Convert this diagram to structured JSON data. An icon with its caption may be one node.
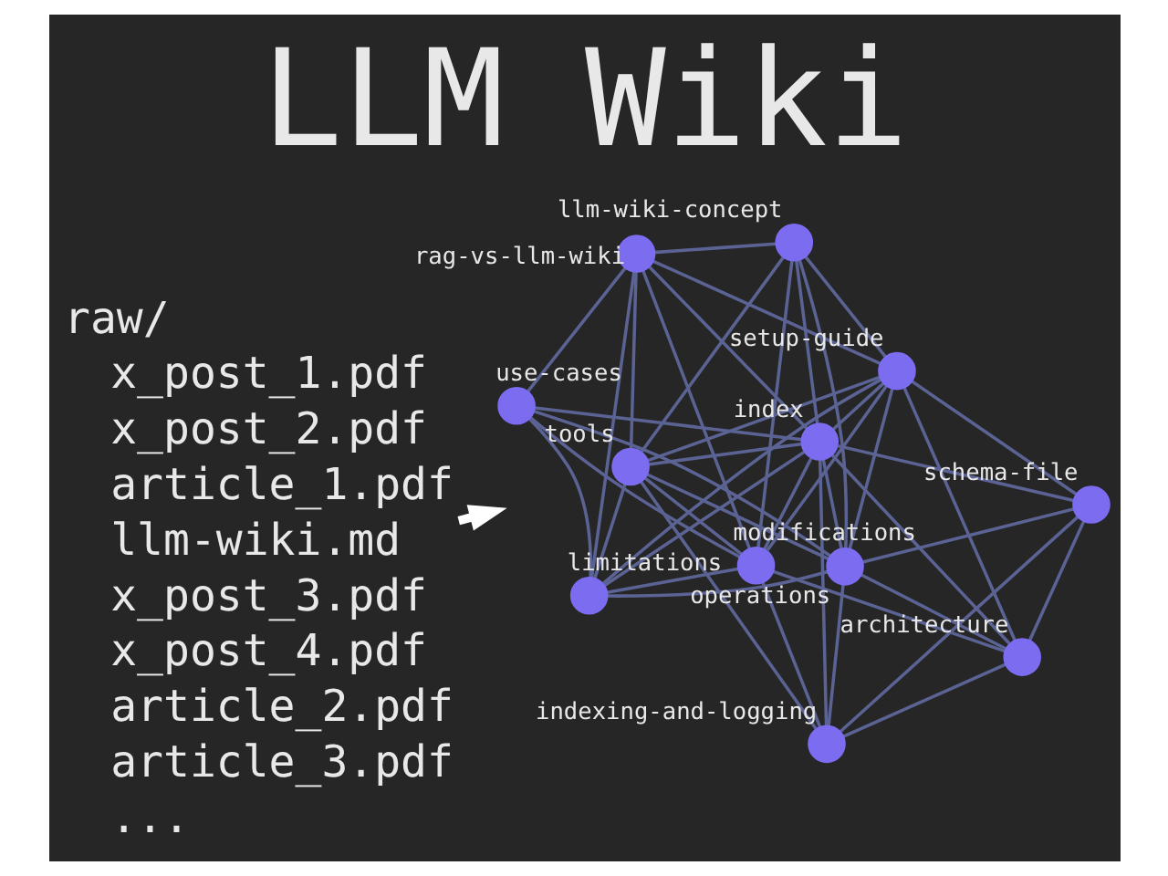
{
  "diagram": {
    "title": "LLM Wiki",
    "nodes": [
      {
        "text": [
          "raw/",
          "x_post_1.pdf",
          "x_post_2.pdf",
          "article_1.pdf",
          "llm-wiki.md",
          "x_post_3.pdf",
          "x_post_4.pdf",
          "article_2.pdf",
          "article_3.pdf",
          "..."
        ]
      },
      {
        "text": [],
        "shape": "circle",
        "beside": [
          "schema-file"
        ]
      },
      {
        "text": [],
        "shape": "circle",
        "beside": [
          "setup-guide"
        ]
      },
      {
        "text": [],
        "shape": "circle",
        "beside": [
          "limitations"
        ]
      },
      {
        "text": [],
        "shape": "circle",
        "beside": [
          "llm-wiki-concept"
        ]
      },
      {
        "text": [],
        "shape": "circle",
        "beside": [
          "indexing-and-logging"
        ]
      },
      {
        "text": [],
        "shape": "circle",
        "beside": [
          "operations"
        ]
      },
      {
        "text": [],
        "shape": "circle",
        "beside": [
          "use-cases"
        ]
      },
      {
        "text": [],
        "shape": "circle",
        "beside": [
          "index"
        ]
      },
      {
        "text": [],
        "shape": "circle",
        "beside": [
          "architecture"
        ]
      },
      {
        "text": [],
        "shape": "circle",
        "beside": [
          "tools"
        ]
      },
      {
        "text": [],
        "shape": "circle",
        "beside": [
          "modifications"
        ]
      },
      {
        "text": [],
        "shape": "circle",
        "beside": [
          "rag-vs-llm-wiki"
        ]
      }
    ],
    "edges": [
      {
        "from": 0,
        "to": null,
        "arrow": "to",
        "style": "thick",
        "color": "#ffffff"
      },
      {
        "from": 1,
        "to": 2,
        "arrow": "none"
      },
      {
        "from": 1,
        "to": 8,
        "arrow": "none"
      },
      {
        "from": 1,
        "to": 6,
        "arrow": "none"
      },
      {
        "from": 1,
        "to": 9,
        "arrow": "none"
      },
      {
        "from": 1,
        "to": 5,
        "arrow": "none"
      },
      {
        "from": 2,
        "to": 3,
        "arrow": "none"
      },
      {
        "from": 2,
        "to": 10,
        "arrow": "none"
      },
      {
        "from": 2,
        "to": 12,
        "arrow": "none"
      },
      {
        "from": 2,
        "to": 4,
        "arrow": "none"
      },
      {
        "from": 2,
        "to": 6,
        "arrow": "none"
      },
      {
        "from": 2,
        "to": 9,
        "arrow": "none"
      },
      {
        "from": 2,
        "to": 8,
        "arrow": "none"
      },
      {
        "from": 2,
        "to": 11,
        "arrow": "none"
      },
      {
        "from": 3,
        "to": 6,
        "arrow": "none"
      },
      {
        "from": 3,
        "to": 7,
        "arrow": "none"
      },
      {
        "from": 3,
        "to": 10,
        "arrow": "none"
      },
      {
        "from": 3,
        "to": 8,
        "arrow": "none"
      },
      {
        "from": 3,
        "to": 11,
        "arrow": "none"
      },
      {
        "from": 3,
        "to": 12,
        "arrow": "none"
      },
      {
        "from": 4,
        "to": 8,
        "arrow": "none"
      },
      {
        "from": 4,
        "to": 12,
        "arrow": "none"
      },
      {
        "from": 4,
        "to": 6,
        "arrow": "none"
      },
      {
        "from": 4,
        "to": 11,
        "arrow": "none"
      },
      {
        "from": 4,
        "to": 10,
        "arrow": "none"
      },
      {
        "from": 5,
        "to": 6,
        "arrow": "none"
      },
      {
        "from": 5,
        "to": 8,
        "arrow": "none"
      },
      {
        "from": 5,
        "to": 10,
        "arrow": "none"
      },
      {
        "from": 5,
        "to": 11,
        "arrow": "none"
      },
      {
        "from": 5,
        "to": 9,
        "arrow": "none"
      },
      {
        "from": 6,
        "to": 9,
        "arrow": "none"
      },
      {
        "from": 6,
        "to": 8,
        "arrow": "none"
      },
      {
        "from": 6,
        "to": 10,
        "arrow": "none"
      },
      {
        "from": 6,
        "to": 7,
        "arrow": "none"
      },
      {
        "from": 7,
        "to": 8,
        "arrow": "none"
      },
      {
        "from": 7,
        "to": 12,
        "arrow": "none"
      },
      {
        "from": 7,
        "to": 11,
        "arrow": "none"
      },
      {
        "from": 8,
        "to": 11,
        "arrow": "none"
      },
      {
        "from": 8,
        "to": 12,
        "arrow": "none"
      },
      {
        "from": 8,
        "to": 10,
        "arrow": "none"
      },
      {
        "from": 8,
        "to": 9,
        "arrow": "none"
      },
      {
        "from": 9,
        "to": 11,
        "arrow": "none"
      },
      {
        "from": 10,
        "to": 11,
        "arrow": "none"
      },
      {
        "from": 10,
        "to": 12,
        "arrow": "none"
      },
      {
        "from": 11,
        "to": 12,
        "arrow": "none"
      }
    ]
  }
}
